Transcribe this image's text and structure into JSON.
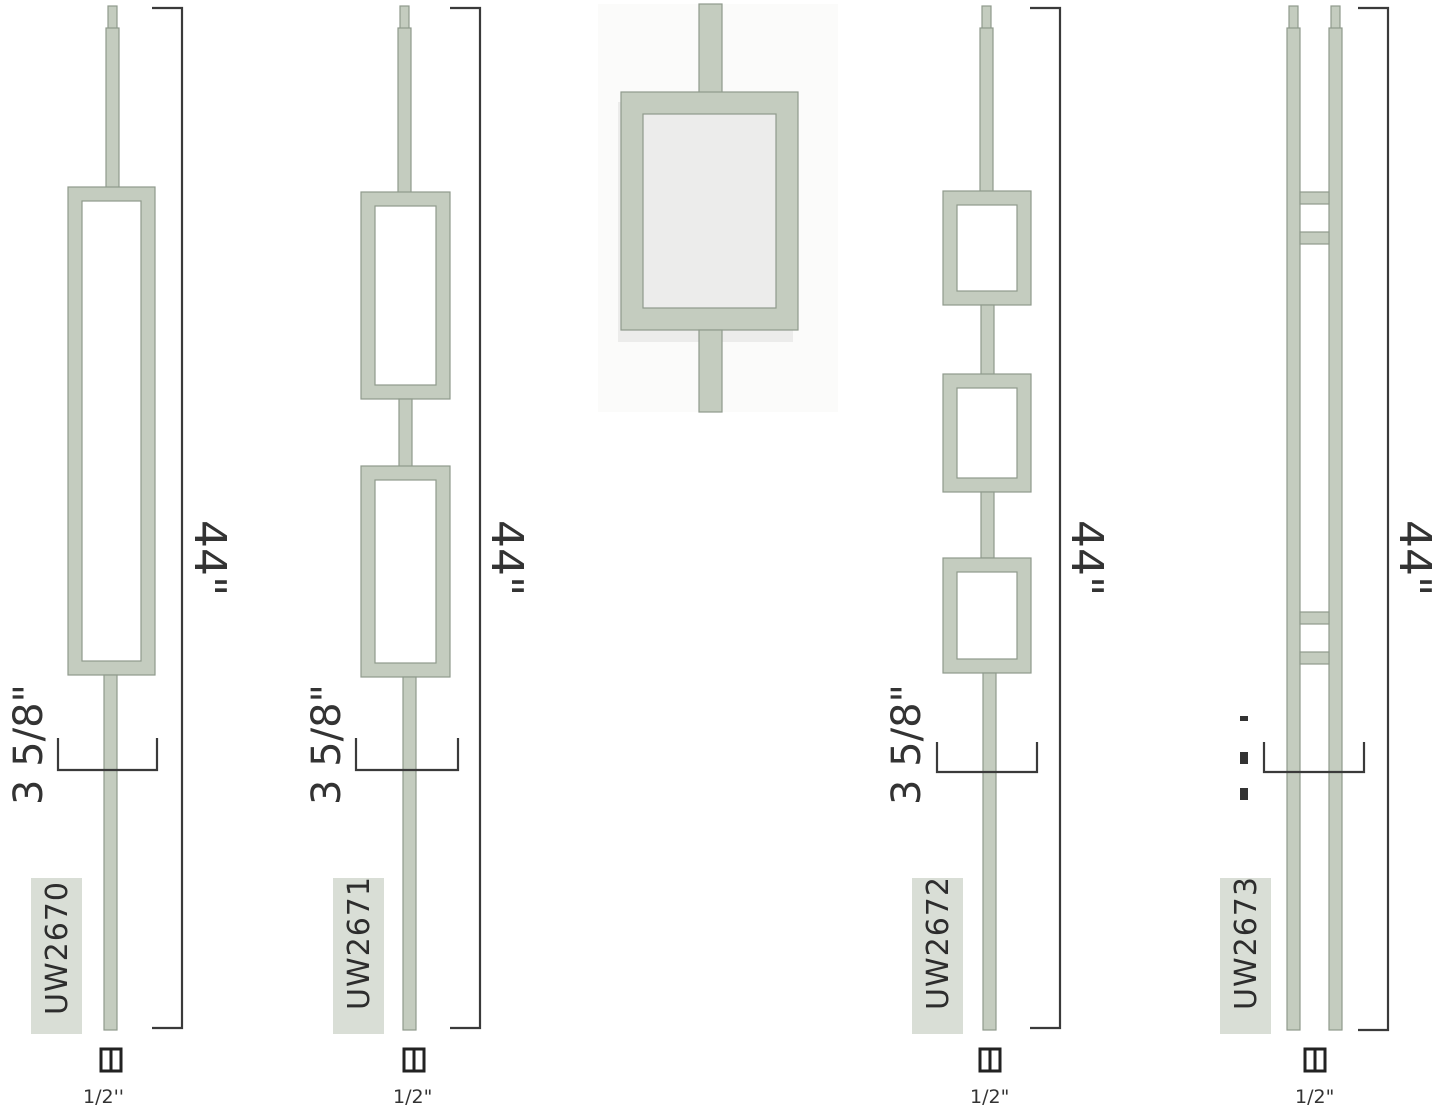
{
  "products": [
    {
      "code": "UW2670",
      "length": "44\"",
      "spacing": "3 5/8\"",
      "size": "1/2''"
    },
    {
      "code": "UW2671",
      "length": "44\"",
      "spacing": "3 5/8\"",
      "size": "1/2\""
    },
    {
      "code": "UW2672",
      "length": "44\"",
      "spacing": "3 5/8\"",
      "size": "1/2\""
    },
    {
      "code": "UW2673",
      "length": "44\"",
      "spacing": "",
      "size": "1/2\""
    }
  ],
  "colors": {
    "metal": "#c4ccbf",
    "metal_edge": "#8f9a8c",
    "label_background": "#d9ded6",
    "dimension_lines": "#3a3a3a"
  },
  "icons": {
    "profile": "square-profile-icon"
  }
}
